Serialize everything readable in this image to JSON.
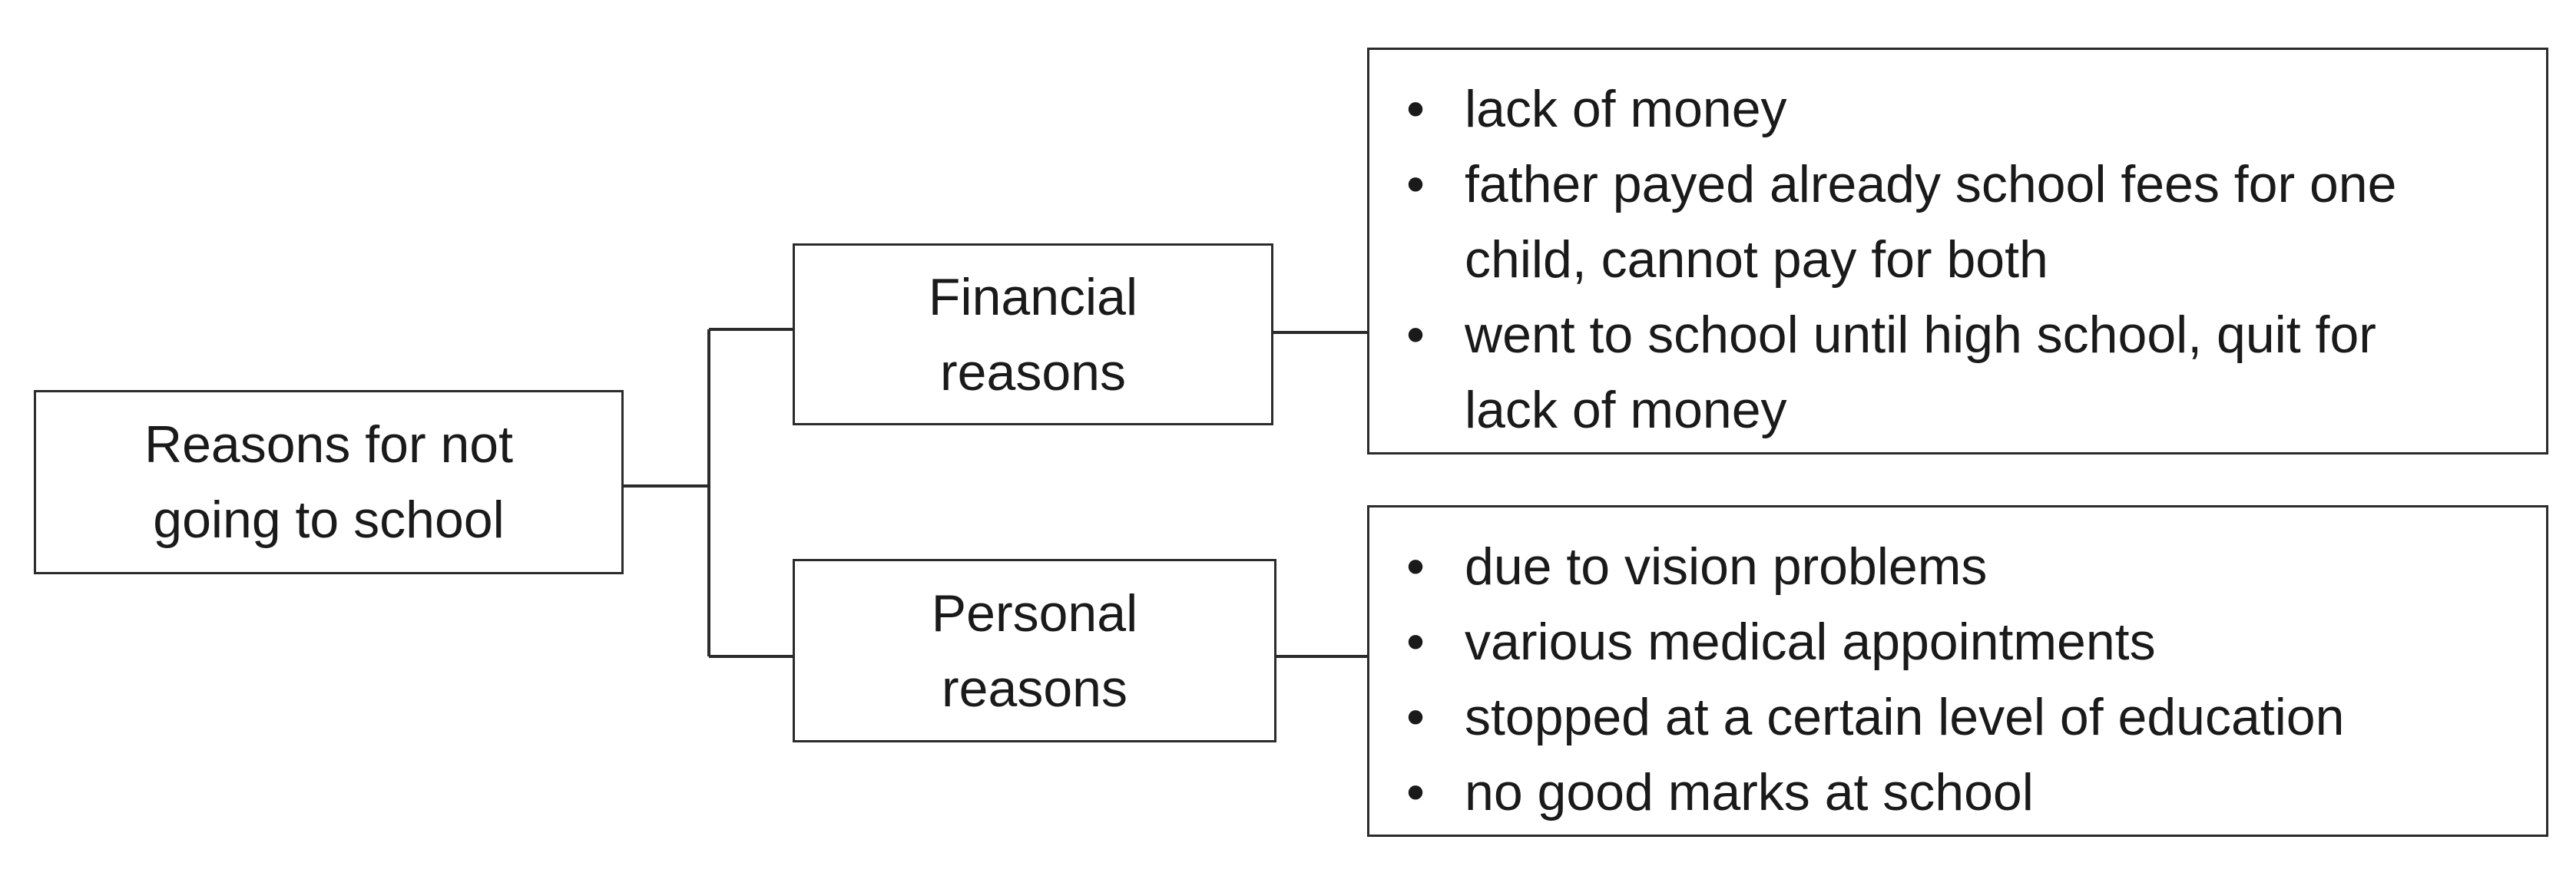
{
  "root": {
    "lines": [
      "Reasons for not",
      "going to school"
    ]
  },
  "categories": [
    {
      "lines": [
        "Financial",
        "reasons"
      ],
      "details": [
        {
          "lines": [
            "lack of money"
          ]
        },
        {
          "lines": [
            "father payed already school fees for one",
            "child, cannot pay for both"
          ]
        },
        {
          "lines": [
            "went to school until high school, quit for",
            "lack of money"
          ]
        }
      ]
    },
    {
      "lines": [
        "Personal",
        "reasons"
      ],
      "details": [
        {
          "lines": [
            "due to vision problems"
          ]
        },
        {
          "lines": [
            "various medical appointments"
          ]
        },
        {
          "lines": [
            "stopped at a certain level of education"
          ]
        },
        {
          "lines": [
            "no good marks at school"
          ]
        }
      ]
    }
  ],
  "bullet_symbol": "•",
  "colors": {
    "border": "#2b2b2b",
    "text": "#1a1a1a",
    "background": "#ffffff"
  }
}
